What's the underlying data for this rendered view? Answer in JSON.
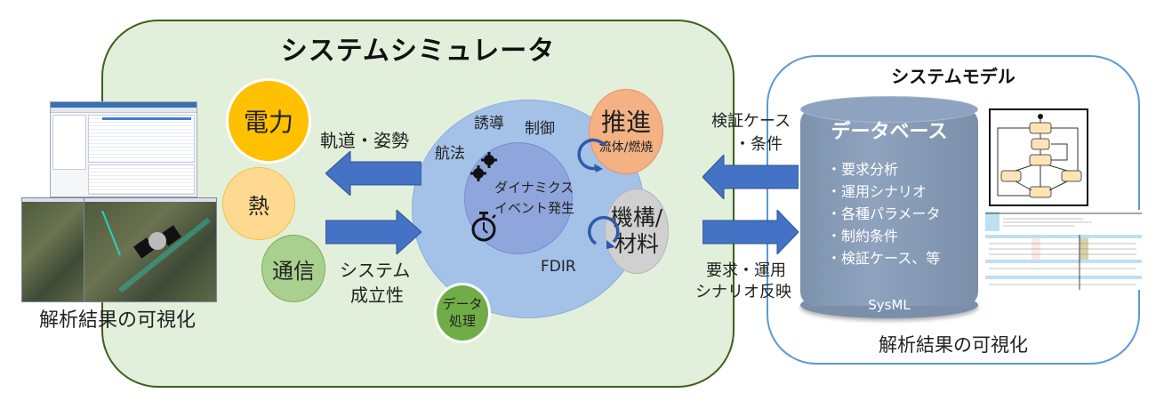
{
  "simulator": {
    "title": "システムシミュレータ",
    "subsystems": {
      "power": "電力",
      "thermal": "熱",
      "comm": "通信",
      "data_line1": "データ",
      "data_line2": "処理",
      "propulsion": "推進",
      "propulsion_sub": "流体/燃焼",
      "mech_line1": "機構/",
      "mech_line2": "材料"
    },
    "core": {
      "guidance": "誘導",
      "control": "制御",
      "navigation": "航法",
      "dyn_line1": "ダイナミクス",
      "dyn_line2": "イベント発生",
      "fdir": "FDIR"
    },
    "arrows": {
      "orbit_attitude": "軌道・姿勢",
      "feasibility_line1": "システム",
      "feasibility_line2": "成立性"
    }
  },
  "left_visualization": {
    "caption": "解析結果の可視化"
  },
  "interface": {
    "to_sim_line1": "検証ケース",
    "to_sim_line2": "・条件",
    "to_model_line1": "要求・運用",
    "to_model_line2": "シナリオ反映"
  },
  "model": {
    "title": "システムモデル",
    "database": {
      "title": "データベース",
      "items": [
        "・要求分析",
        "・運用シナリオ",
        "・各種パラメータ",
        "・制約条件",
        "・検証ケース、等"
      ],
      "footer": "SysML"
    },
    "caption": "解析結果の可視化"
  },
  "colors": {
    "sim_bg": "#e2efda",
    "model_border": "#5b9bd5",
    "arrow": "#4472c4",
    "power": "#ffc000",
    "propulsion": "#f4b183",
    "data": "#70ad47"
  }
}
